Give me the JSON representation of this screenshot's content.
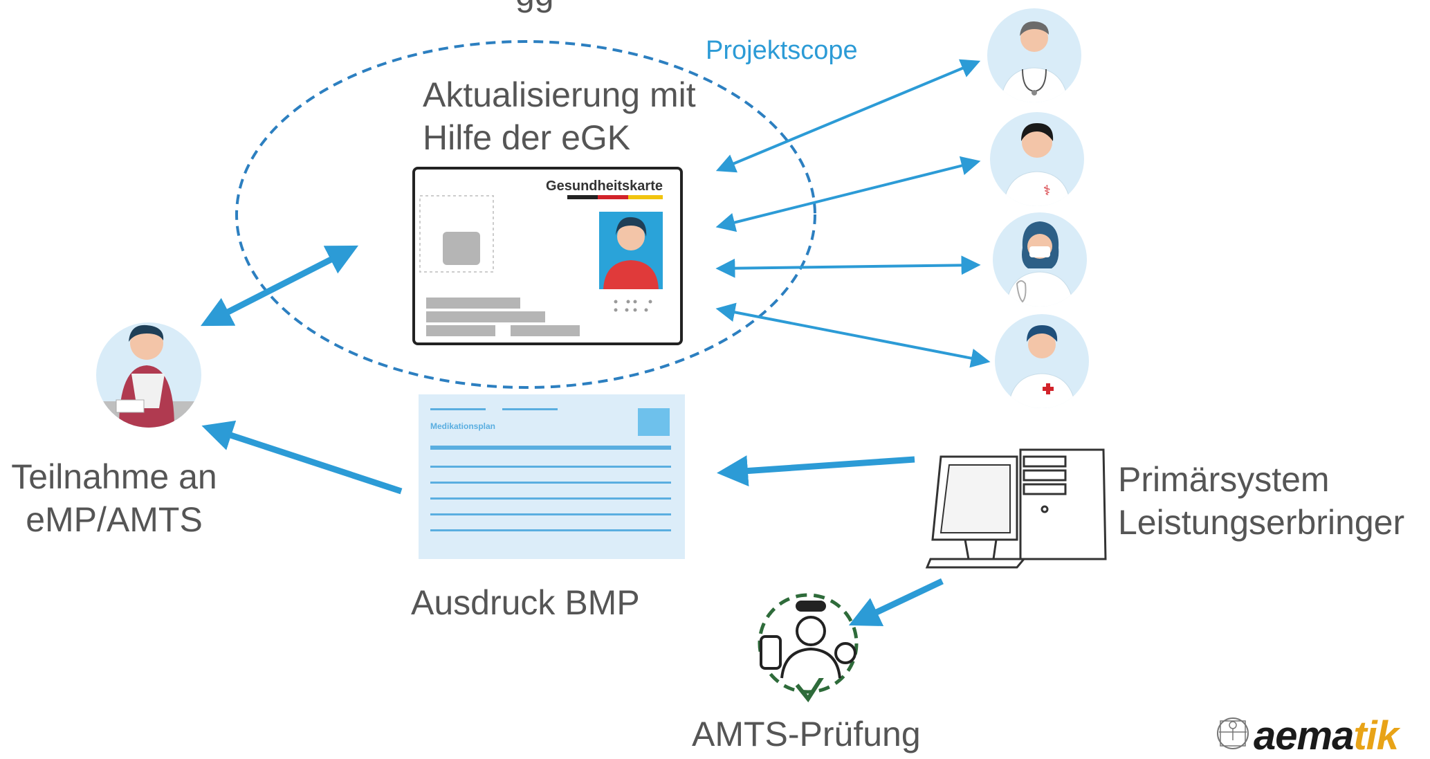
{
  "labels": {
    "top_cut_title": "gg",
    "project_scope": "Projektscope",
    "update_line1": "Aktualisierung mit",
    "update_line2": "Hilfe der eGK",
    "card_title": "Gesundheitskarte",
    "patient_line1": "Teilnahme an",
    "patient_line2": "eMP/AMTS",
    "plan_title": "Medikationsplan",
    "bmp_label": "Ausdruck BMP",
    "ps_line1": "Primärsystem",
    "ps_line2": "Leistungserbringer",
    "amts_label": "AMTS-Prüfung"
  },
  "logo": {
    "part1": "aema",
    "part2": "tik"
  },
  "colors": {
    "arrow": "#2c9bd6",
    "scope_dash": "#2c7fc0",
    "circle_bg": "#d9ecf8",
    "card_bg": "#ffffff",
    "plan_bg": "#dcedf9",
    "logo_dark": "#1a1a1a",
    "logo_accent": "#e8a317"
  },
  "icons": [
    "patient-icon",
    "doctor-icon",
    "pharmacist-icon",
    "dentist-icon",
    "nurse-icon",
    "computer-icon",
    "amts-check-icon",
    "egk-card-icon",
    "medication-plan-icon",
    "gematik-logo"
  ]
}
